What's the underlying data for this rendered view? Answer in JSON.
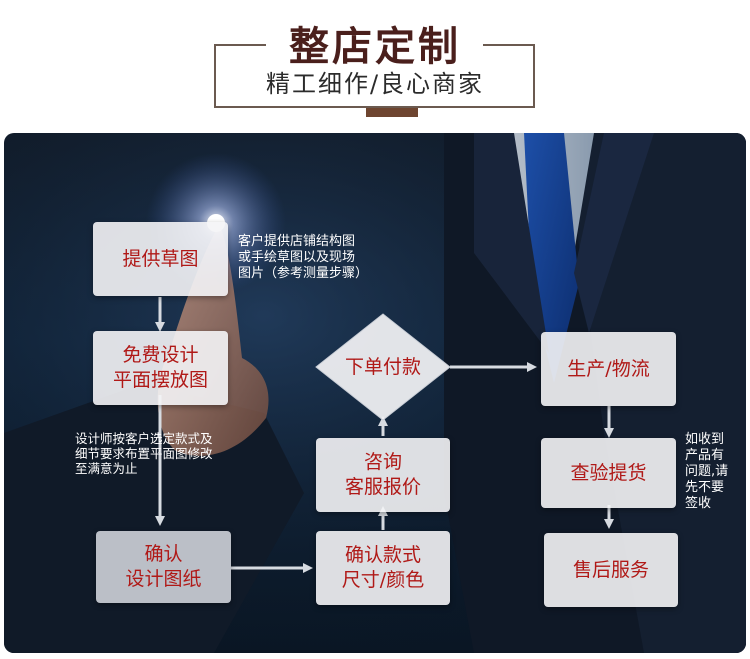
{
  "header": {
    "title": "整店定制",
    "subtitle": "精工细作/良心商家"
  },
  "flow": {
    "provide_sketch": "提供草图",
    "free_design": "免费设计\n平面摆放图",
    "confirm_drawing": "确认\n设计图纸",
    "confirm_style": "确认款式\n尺寸/颜色",
    "consult_service": "咨询\n客服报价",
    "place_order": "下单付款",
    "production": "生产/物流",
    "inspect": "查验提货",
    "after_sales": "售后服务"
  },
  "notes": {
    "customer_sketch": "客户提供店铺结构图\n或手绘草图以及现场\n图片（参考测量步骤）",
    "designer_revision": "设计师按客户选定款式及\n细节要求布置平面图修改\n至满意为止",
    "inspection_warning": "如收到\n产品有\n问题,请\n先不要\n签收"
  },
  "colors": {
    "title": "#4a1f1c",
    "box_text": "#b01917",
    "accent_bar": "#6e4530",
    "panel_bg": "#0e2034"
  }
}
